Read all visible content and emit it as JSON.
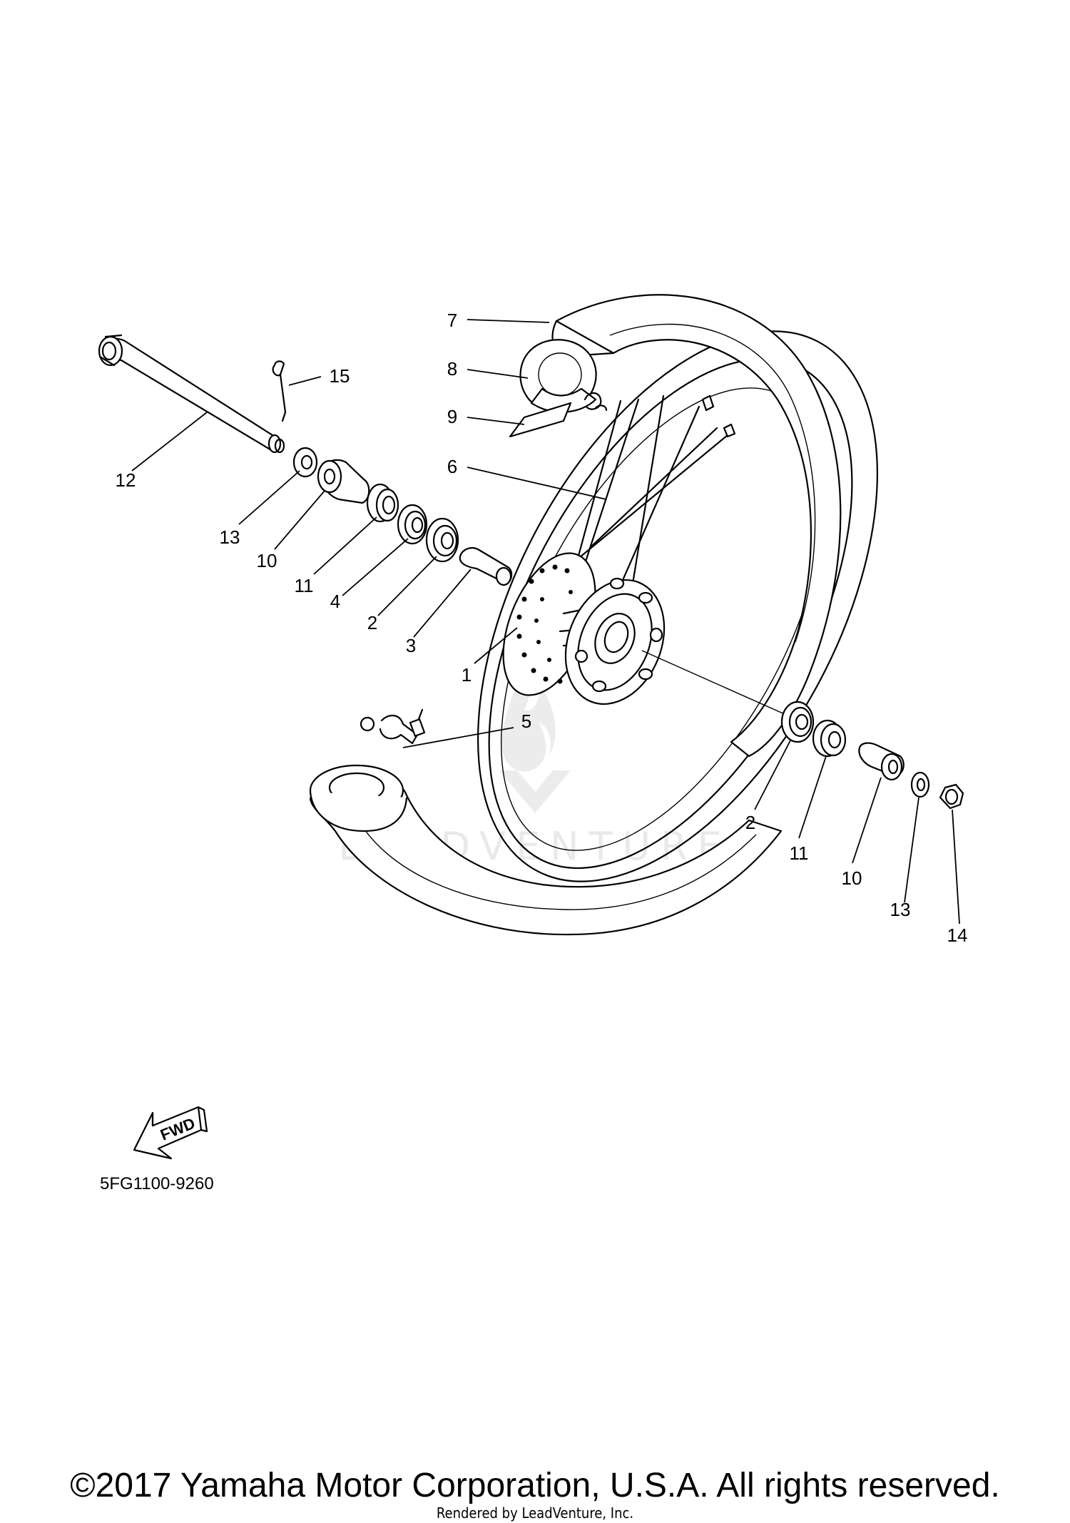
{
  "diagram": {
    "callouts": [
      {
        "id": "c7",
        "text": "7"
      },
      {
        "id": "c8",
        "text": "8"
      },
      {
        "id": "c9",
        "text": "9"
      },
      {
        "id": "c6",
        "text": "6"
      },
      {
        "id": "c15",
        "text": "15"
      },
      {
        "id": "c12",
        "text": "12"
      },
      {
        "id": "c13a",
        "text": "13"
      },
      {
        "id": "c10a",
        "text": "10"
      },
      {
        "id": "c11a",
        "text": "11"
      },
      {
        "id": "c4",
        "text": "4"
      },
      {
        "id": "c2a",
        "text": "2"
      },
      {
        "id": "c3",
        "text": "3"
      },
      {
        "id": "c1",
        "text": "1"
      },
      {
        "id": "c5",
        "text": "5"
      },
      {
        "id": "c2b",
        "text": "2"
      },
      {
        "id": "c11b",
        "text": "11"
      },
      {
        "id": "c10b",
        "text": "10"
      },
      {
        "id": "c13b",
        "text": "13"
      },
      {
        "id": "c14",
        "text": "14"
      }
    ],
    "fwd_arrow_text": "FWD",
    "diagram_code": "5FG1100-9260",
    "watermark": "LEADVENTURE",
    "copyright": "©2017 Yamaha Motor Corporation, U.S.A. All rights reserved.",
    "rendered_by": "Rendered by LeadVenture, Inc."
  }
}
